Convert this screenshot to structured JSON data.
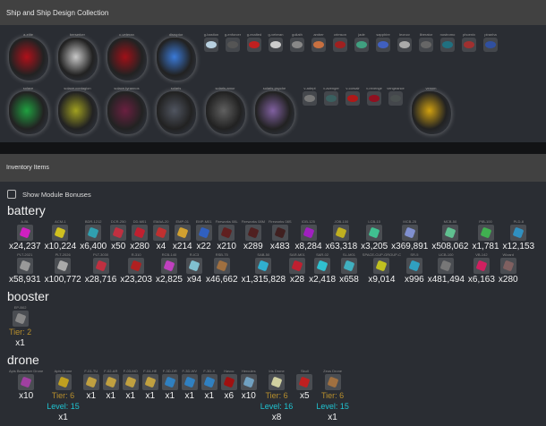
{
  "ships_panel": {
    "title": "Ship and Ship Design Collection",
    "rows": [
      [
        {
          "name": "a-elite",
          "preview": "full",
          "color": "#b0101a"
        },
        {
          "name": "berserker",
          "preview": "full",
          "color": "#c8c8c8"
        },
        {
          "name": "c-veteran",
          "preview": "full",
          "color": "#a01018"
        },
        {
          "name": "disruptor",
          "preview": "full",
          "color": "#3a7ad8"
        },
        {
          "name": "g-bastion",
          "preview": "icon",
          "color": "#b8d0e0"
        },
        {
          "name": "g-enforcer",
          "preview": "icon",
          "color": "#555"
        },
        {
          "name": "g-exalted",
          "preview": "icon",
          "color": "#c02020"
        },
        {
          "name": "g-veteran",
          "preview": "icon",
          "color": "#ccc"
        },
        {
          "name": "goliath",
          "preview": "icon",
          "color": "#888"
        },
        {
          "name": "amber",
          "preview": "icon",
          "color": "#c87040"
        },
        {
          "name": "crimson",
          "preview": "icon",
          "color": "#a02020"
        },
        {
          "name": "jade",
          "preview": "icon",
          "color": "#40a080"
        },
        {
          "name": "sapphire",
          "preview": "icon",
          "color": "#4060c0"
        },
        {
          "name": "leonov",
          "preview": "icon",
          "color": "#aaa"
        },
        {
          "name": "liberator",
          "preview": "icon",
          "color": "#666"
        },
        {
          "name": "nostromo",
          "preview": "icon",
          "color": "#207080"
        },
        {
          "name": "phoenix",
          "preview": "icon",
          "color": "#a03030"
        },
        {
          "name": "piranha",
          "preview": "icon",
          "color": "#3050a0"
        }
      ],
      [
        {
          "name": "solace",
          "preview": "full",
          "color": "#20a040"
        },
        {
          "name": "solace-contagion",
          "preview": "full",
          "color": "#a0a020"
        },
        {
          "name": "solace-tyrannos",
          "preview": "full",
          "color": "#6a2040"
        },
        {
          "name": "solaris",
          "preview": "full",
          "color": "#505560"
        },
        {
          "name": "solaris-amor",
          "preview": "full",
          "color": "#606060"
        },
        {
          "name": "solaris-psyche",
          "preview": "full",
          "color": "#8060a0"
        },
        {
          "name": "v-adept",
          "preview": "icon",
          "color": "#777"
        },
        {
          "name": "v-avenger",
          "preview": "icon",
          "color": "#3a6060"
        },
        {
          "name": "v-corsair",
          "preview": "icon",
          "color": "#b01818"
        },
        {
          "name": "v-revenge",
          "preview": "icon",
          "color": "#901020"
        },
        {
          "name": "vengeance",
          "preview": "icon",
          "color": "#4a5050"
        },
        {
          "name": "venom",
          "preview": "full",
          "color": "#d0a010"
        }
      ]
    ]
  },
  "inventory": {
    "title": "Inventory Items",
    "show_bonuses_label": "Show Module Bonuses",
    "categories": [
      {
        "name": "battery",
        "items": [
          {
            "label": "A-BL",
            "count": "x24,237",
            "color": "#d020c0"
          },
          {
            "label": "ACM-1",
            "count": "x10,224",
            "color": "#d0c020"
          },
          {
            "label": "BDR-1212",
            "count": "x6,400",
            "color": "#30a0b0"
          },
          {
            "label": "DCR-250",
            "count": "x50",
            "color": "#c03040"
          },
          {
            "label": "DD-M01",
            "count": "x280",
            "color": "#c02030"
          },
          {
            "label": "EMAA-20",
            "count": "x4",
            "color": "#c03030"
          },
          {
            "label": "EMP-01",
            "count": "x214",
            "color": "#d0a030"
          },
          {
            "label": "EMP-M01",
            "count": "x22",
            "color": "#3060c0"
          },
          {
            "label": "Fireworks 08L",
            "count": "x210",
            "color": "#602020"
          },
          {
            "label": "Fireworks 08M",
            "count": "x289",
            "color": "#502020"
          },
          {
            "label": "Fireworks 08S",
            "count": "x483",
            "color": "#402020"
          },
          {
            "label": "IDB-125",
            "count": "x8,284",
            "color": "#a020c0"
          },
          {
            "label": "JOB-100",
            "count": "x63,318",
            "color": "#c0b020"
          },
          {
            "label": "LCB-10",
            "count": "x3,205",
            "color": "#40c090"
          },
          {
            "label": "MCB-25",
            "count": "x369,891",
            "color": "#8090d0"
          },
          {
            "label": "MCB-50",
            "count": "x508,062",
            "color": "#60c090"
          },
          {
            "label": "PIB-100",
            "count": "x1,781",
            "color": "#40b050"
          },
          {
            "label": "PLD-8",
            "count": "x12,153",
            "color": "#3090c0"
          },
          {
            "label": "PLT-2021",
            "count": "x58,931",
            "color": "#999"
          },
          {
            "label": "PLT-2026",
            "count": "x100,772",
            "color": "#aaa"
          },
          {
            "label": "PLT-3030",
            "count": "x28,716",
            "color": "#c03040"
          },
          {
            "label": "R-310",
            "count": "x23,203",
            "color": "#b02020"
          },
          {
            "label": "RCB-140",
            "count": "x2,825",
            "color": "#c040c0"
          },
          {
            "label": "R-IC3",
            "count": "x94",
            "color": "#80c0d0"
          },
          {
            "label": "RSB-75",
            "count": "x46,662",
            "color": "#a07040"
          },
          {
            "label": "SAB-50",
            "count": "x1,315,828",
            "color": "#30b0d0"
          },
          {
            "label": "SAR-M01",
            "count": "x28",
            "color": "#c02030"
          },
          {
            "label": "SAR-02",
            "count": "x2,418",
            "color": "#30c0d0"
          },
          {
            "label": "SL-M01",
            "count": "x658",
            "color": "#40b0c0"
          },
          {
            "label": "SPACE-CUP-GROUP-C",
            "count": "x9,014",
            "color": "#c0c020"
          },
          {
            "label": "SR-5",
            "count": "x996",
            "color": "#30a0c0"
          },
          {
            "label": "UCB-100",
            "count": "x481,494",
            "color": "#777"
          },
          {
            "label": "VB-142",
            "count": "x6,163",
            "color": "#d02060"
          },
          {
            "label": "Wizard",
            "count": "x280",
            "color": "#806060"
          }
        ]
      },
      {
        "name": "booster",
        "items": [
          {
            "label": "EP-B02",
            "tier": "Tier: 2",
            "count": "x1",
            "color": "#888"
          }
        ]
      },
      {
        "name": "drone",
        "items": [
          {
            "label": "Apis Berserker Drone",
            "count": "x10",
            "color": "#a040a0"
          },
          {
            "label": "Apis Drone",
            "tier": "Tier: 6",
            "level": "Level: 15",
            "count": "x1",
            "color": "#c0a020"
          },
          {
            "label": "F-01-TU",
            "count": "x1",
            "color": "#c0a040"
          },
          {
            "label": "F-02-AR",
            "count": "x1",
            "color": "#c0a040"
          },
          {
            "label": "F-03-MO",
            "count": "x1",
            "color": "#c0a040"
          },
          {
            "label": "F-04-HE",
            "count": "x1",
            "color": "#c0a040"
          },
          {
            "label": "F-3D-DR",
            "count": "x1",
            "color": "#3080c0"
          },
          {
            "label": "F-3D-WV",
            "count": "x1",
            "color": "#3080c0"
          },
          {
            "label": "F-3D-X",
            "count": "x1",
            "color": "#3080c0"
          },
          {
            "label": "Havoc",
            "count": "x6",
            "color": "#a01010"
          },
          {
            "label": "Hercules",
            "count": "x10",
            "color": "#70a0c0"
          },
          {
            "label": "Iris Drone",
            "tier": "Tier: 6",
            "level": "Level: 16",
            "count": "x8",
            "color": "#d0d0a0"
          },
          {
            "label": "Skull",
            "count": "x5",
            "color": "#c02020"
          },
          {
            "label": "Zeus Drone",
            "tier": "Tier: 6",
            "level": "Level: 15",
            "count": "x1",
            "color": "#a07040"
          }
        ]
      }
    ]
  }
}
